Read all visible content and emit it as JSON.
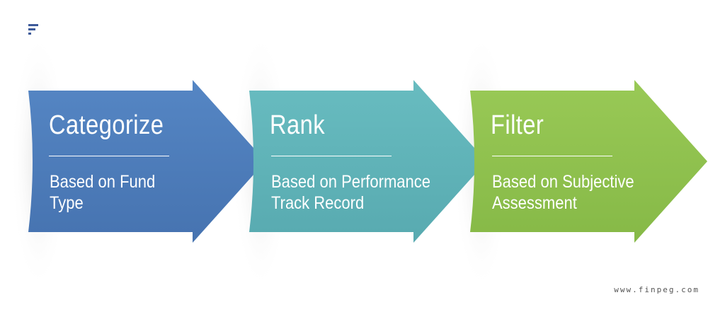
{
  "steps": [
    {
      "title": "Categorize",
      "desc_line1": "Based on Fund",
      "desc_line2": "Type",
      "color": "#4f7fbd"
    },
    {
      "title": "Rank",
      "desc_line1": "Based on Performance",
      "desc_line2": "Track Record",
      "color": "#5fb3b8"
    },
    {
      "title": "Filter",
      "desc_line1": "Based on Subjective",
      "desc_line2": "Assessment",
      "color": "#90c24d"
    }
  ],
  "footer": {
    "url": "www.finpeg.com"
  },
  "logo": {
    "icon": "finpeg-logo-icon"
  }
}
